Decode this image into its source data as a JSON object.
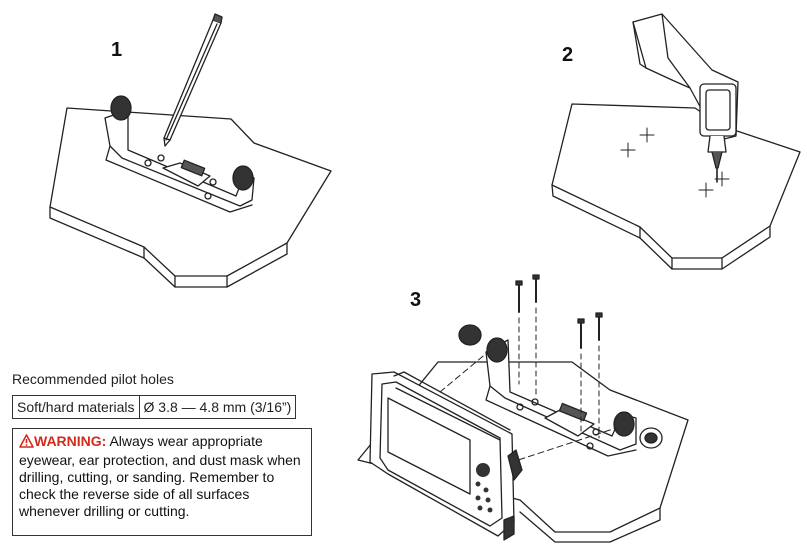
{
  "steps": [
    {
      "number": "1"
    },
    {
      "number": "2"
    },
    {
      "number": "3"
    }
  ],
  "pilot_holes": {
    "title": "Recommended pilot holes",
    "rows": [
      {
        "material": "Soft/hard materials",
        "size": "Ø 3.8 — 4.8 mm (3/16”)"
      }
    ]
  },
  "warning": {
    "label": "WARNING:",
    "text": "Always wear appropriate eyewear, ear protection, and dust mask when drilling, cutting, or sanding. Remember to check the reverse side of all surfaces whenever drilling or cutting.",
    "color": "#d42a1e"
  },
  "icons": [
    "warning-triangle-icon"
  ]
}
